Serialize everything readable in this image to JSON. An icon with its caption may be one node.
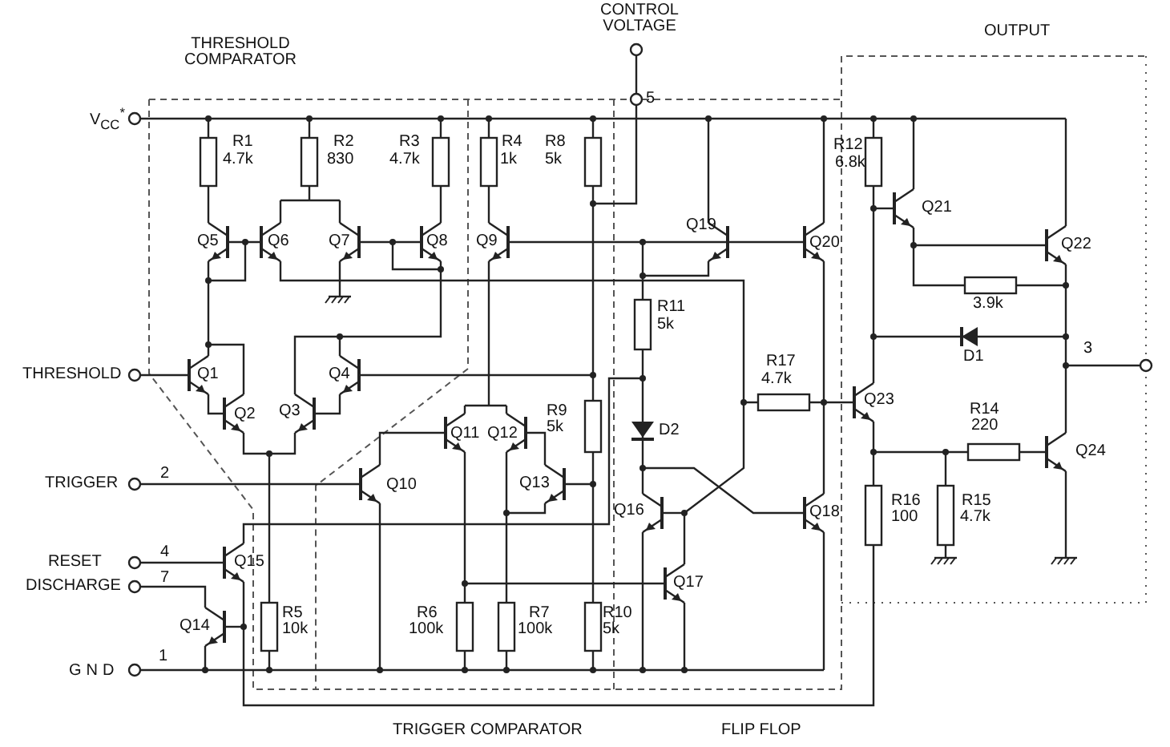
{
  "diagram": {
    "labels": [
      "CONTROL VOLTAGE",
      "THRESHOLD COMPARATOR",
      "OUTPUT",
      "5",
      "V$_{CC}$$^{*}$",
      "R1",
      "4.7k",
      "R2",
      "830",
      "R3",
      "4.7k",
      "R4",
      "1k",
      "R8",
      "5k",
      "R12",
      "6.8k",
      "Q21",
      "Q19",
      "Q5",
      "Q6",
      "Q7",
      "Q8",
      "Q9",
      "Q20",
      "Q22",
      "R11",
      "5k",
      "3.9k",
      "D1",
      "3",
      "THRESHOLD",
      "Q1",
      "Q4",
      "R17",
      "4.7k",
      "Q23",
      "Q2",
      "Q3",
      "R9",
      "5k",
      "D2",
      "R14",
      "220",
      "Q11",
      "Q12",
      "Q24",
      "2",
      "TRIGGER",
      "Q10",
      "Q13",
      "Q16",
      "Q18",
      "R16",
      "100",
      "R15",
      "4.7k",
      "4",
      "RESET",
      "Q15",
      "7",
      "DISCHARGE",
      "Q17",
      "Q14",
      "R5",
      "10k",
      "R6",
      "100k",
      "R7",
      "100k",
      "R10",
      "5k",
      "1",
      "GND",
      "TRIGGER COMPARATOR",
      "FLIP FLOP"
    ]
  }
}
